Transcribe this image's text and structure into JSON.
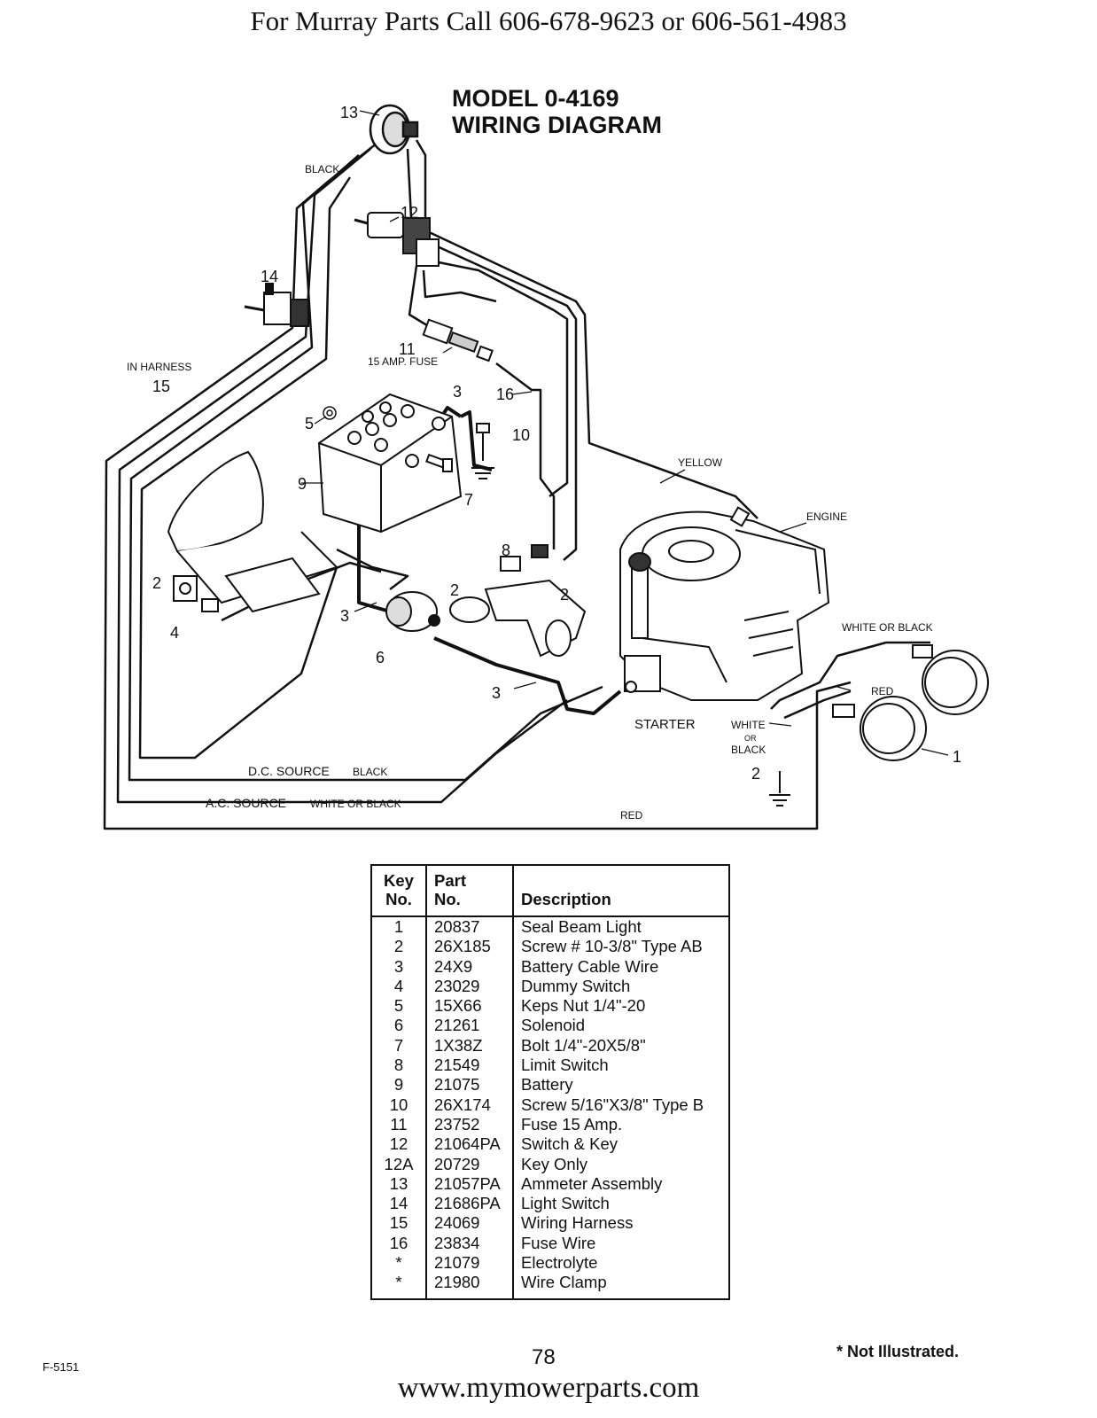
{
  "header": {
    "text": "For Murray Parts Call 606-678-9623 or 606-561-4983"
  },
  "diagram": {
    "title_line1": "MODEL 0-4169",
    "title_line2": "WIRING DIAGRAM",
    "labels": {
      "black": "BLACK",
      "in_harness": "IN HARNESS",
      "fuse": "15 AMP. FUSE",
      "yellow": "YELLOW",
      "engine": "ENGINE",
      "white_or_black": "WHITE OR BLACK",
      "red": "RED",
      "starter": "STARTER",
      "white": "WHITE",
      "or": "OR",
      "black2": "BLACK",
      "dc_source": "D.C. SOURCE",
      "dc_black": "BLACK",
      "ac_source": "A.C. SOURCE",
      "ac_white_or_black": "WHITE OR BLACK",
      "red_bottom": "RED"
    },
    "callouts": [
      "13",
      "12",
      "14",
      "11",
      "15",
      "3",
      "16",
      "5",
      "10",
      "9",
      "7",
      "8",
      "2",
      "2",
      "2",
      "4",
      "3",
      "6",
      "3",
      "1",
      "2"
    ]
  },
  "table": {
    "headers": {
      "key_line1": "Key",
      "key_line2": "No.",
      "part_line1": "Part",
      "part_line2": "No.",
      "description": "Description"
    },
    "rows": [
      {
        "key": "1",
        "part": "20837",
        "description": "Seal Beam Light"
      },
      {
        "key": "2",
        "part": "26X185",
        "description": "Screw # 10-3/8\" Type AB"
      },
      {
        "key": "3",
        "part": "24X9",
        "description": "Battery Cable Wire"
      },
      {
        "key": "4",
        "part": "23029",
        "description": "Dummy Switch"
      },
      {
        "key": "5",
        "part": "15X66",
        "description": "Keps Nut 1/4\"-20"
      },
      {
        "key": "6",
        "part": "21261",
        "description": "Solenoid"
      },
      {
        "key": "7",
        "part": "1X38Z",
        "description": "Bolt 1/4\"-20X5/8\""
      },
      {
        "key": "8",
        "part": "21549",
        "description": "Limit Switch"
      },
      {
        "key": "9",
        "part": "21075",
        "description": "Battery"
      },
      {
        "key": "10",
        "part": "26X174",
        "description": "Screw 5/16\"X3/8\" Type B"
      },
      {
        "key": "11",
        "part": "23752",
        "description": "Fuse 15 Amp."
      },
      {
        "key": "12",
        "part": "21064PA",
        "description": "Switch & Key"
      },
      {
        "key": "12A",
        "part": "20729",
        "description": "Key Only"
      },
      {
        "key": "13",
        "part": "21057PA",
        "description": "Ammeter Assembly"
      },
      {
        "key": "14",
        "part": "21686PA",
        "description": "Light Switch"
      },
      {
        "key": "15",
        "part": "24069",
        "description": "Wiring Harness"
      },
      {
        "key": "16",
        "part": "23834",
        "description": "Fuse Wire"
      },
      {
        "key": "*",
        "part": "21079",
        "description": "Electrolyte"
      },
      {
        "key": "*",
        "part": "21980",
        "description": "Wire Clamp"
      }
    ]
  },
  "note": "* Not Illustrated.",
  "page_number": "78",
  "form_code": "F-5151",
  "footer": {
    "url": "www.mymowerparts.com"
  }
}
